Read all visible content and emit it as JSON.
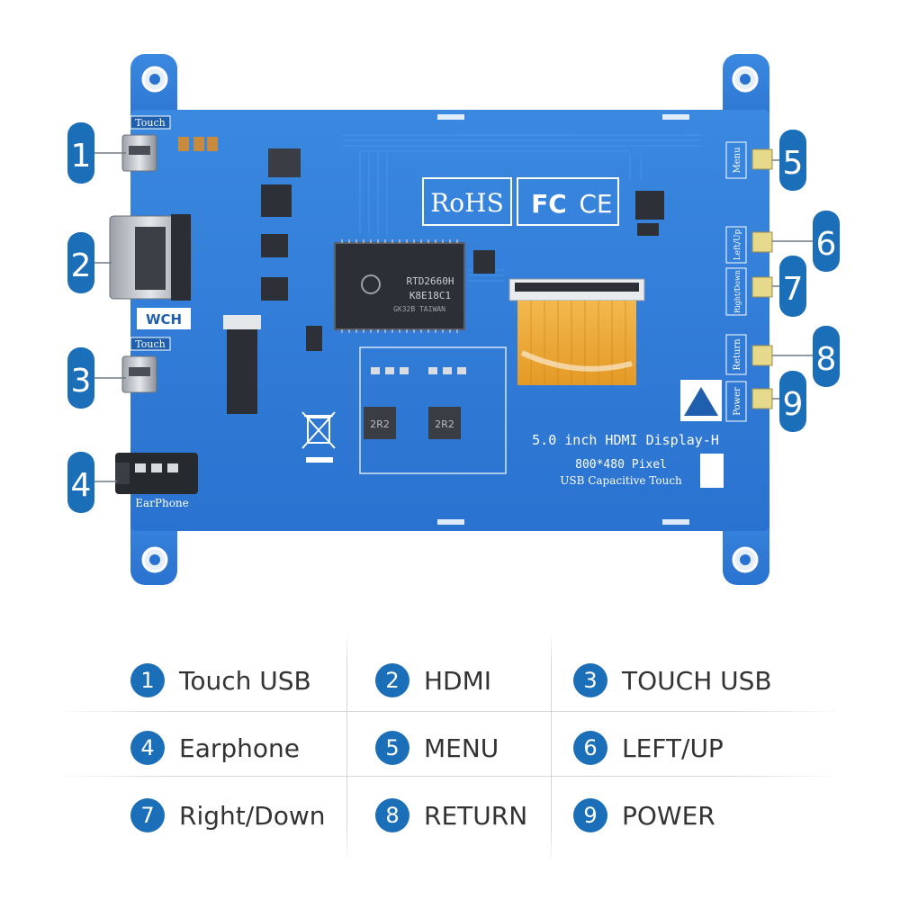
{
  "board": {
    "touch_top": "Touch",
    "touch_bottom": "Touch",
    "earphone": "EarPhone",
    "rohs": "RoHS",
    "fc": "FC",
    "ce": "CE",
    "chip_line1": "RTD2660H",
    "chip_line2": "K8E18C1",
    "chip_line3": "GK32B TAIWAN",
    "title": "5.0 inch HDMI Display-H",
    "resolution": "800*480 Pixel",
    "touch_type": "USB Capacitive Touch",
    "btn_menu": "Menu",
    "btn_leftup": "Left/Up",
    "btn_rightdown": "Right/Down",
    "btn_return": "Return",
    "btn_power": "Power",
    "inductor1": "2R2",
    "inductor2": "2R2",
    "wch": "WCH"
  },
  "callouts": [
    {
      "num": "1"
    },
    {
      "num": "2"
    },
    {
      "num": "3"
    },
    {
      "num": "4"
    },
    {
      "num": "5"
    },
    {
      "num": "6"
    },
    {
      "num": "7"
    },
    {
      "num": "8"
    },
    {
      "num": "9"
    }
  ],
  "legend": [
    {
      "num": "1",
      "label": "Touch USB"
    },
    {
      "num": "2",
      "label": "HDMI"
    },
    {
      "num": "3",
      "label": "TOUCH USB"
    },
    {
      "num": "4",
      "label": "Earphone"
    },
    {
      "num": "5",
      "label": "MENU"
    },
    {
      "num": "6",
      "label": "LEFT/UP"
    },
    {
      "num": "7",
      "label": "Right/Down"
    },
    {
      "num": "8",
      "label": "RETURN"
    },
    {
      "num": "9",
      "label": "POWER"
    }
  ],
  "colors": {
    "pcb": "#2a78d6",
    "pcb_dark": "#1f5fae",
    "callout": "#1b6fb8",
    "fpc": "#e9a63a"
  }
}
